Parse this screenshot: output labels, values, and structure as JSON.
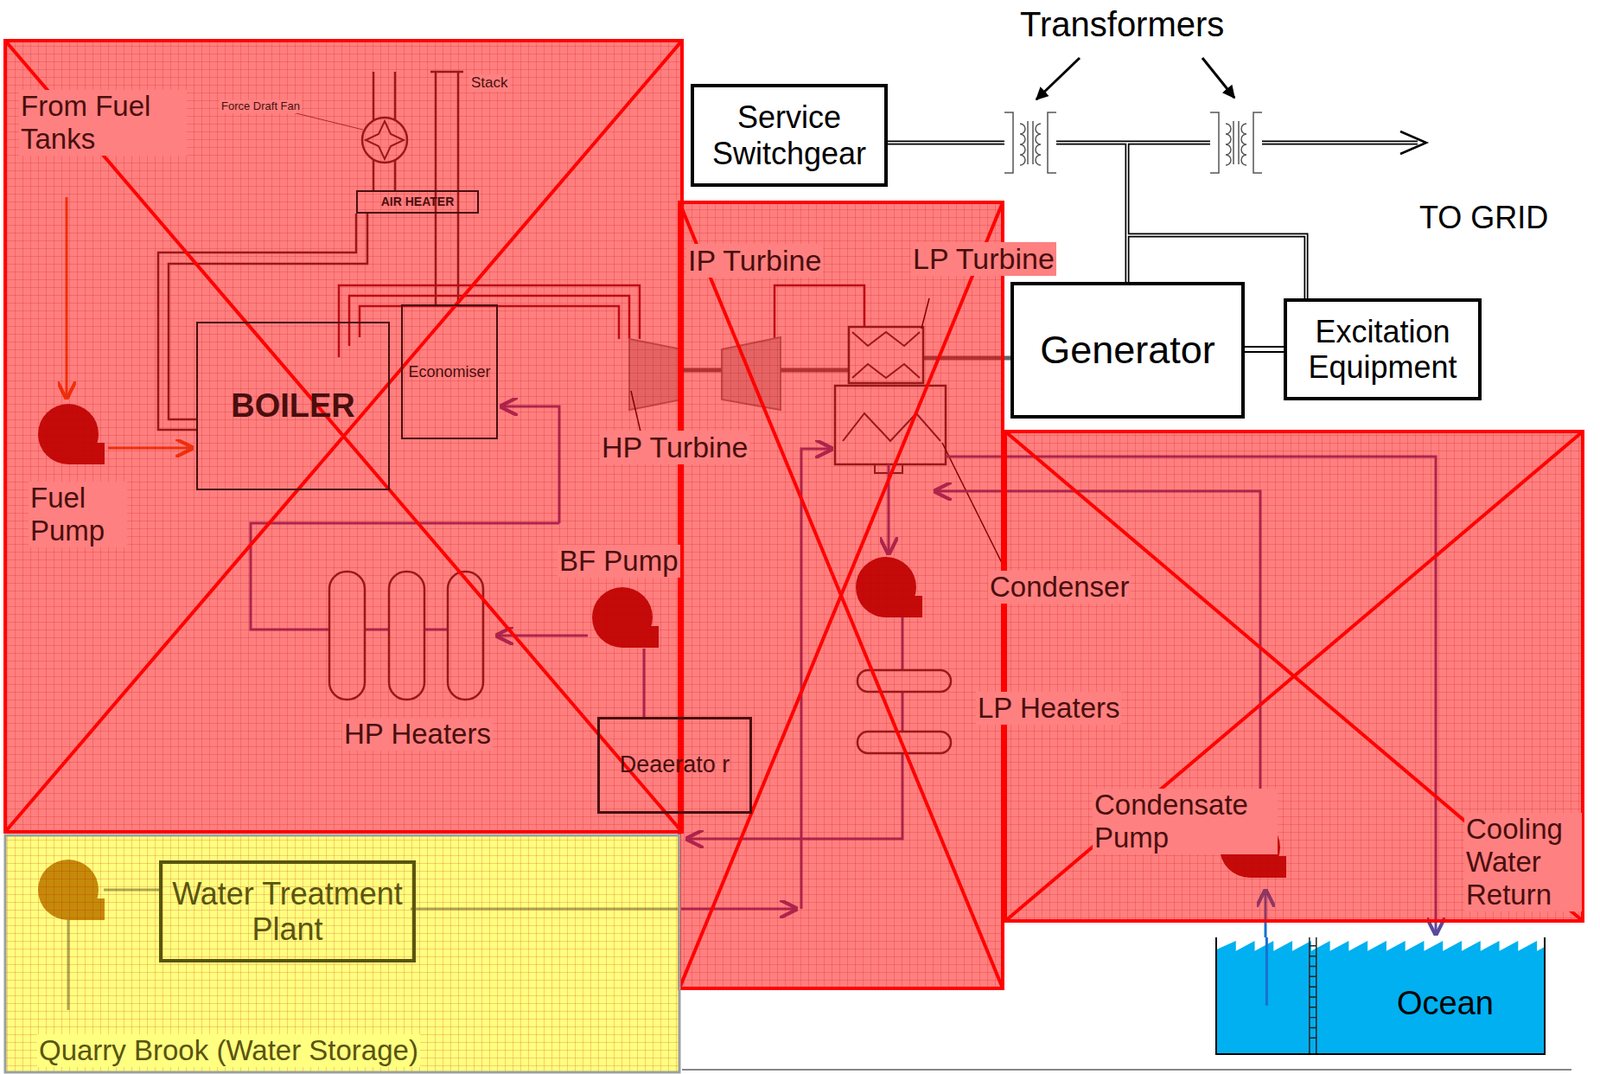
{
  "diagram": {
    "nodes": [
      {
        "text": [
          "AIR HEATER"
        ]
      },
      {
        "text": [
          "Service Switchgear"
        ]
      },
      {
        "text": [
          "Economiser"
        ]
      },
      {
        "text": [
          "BOILER"
        ]
      },
      {
        "text": [
          "Generator"
        ]
      },
      {
        "text": [
          "Excitation Equipment"
        ]
      },
      {
        "text": [
          "Deaerato r"
        ]
      },
      {
        "text": [
          "Water Treatment Plant"
        ]
      },
      {
        "text": [
          "Ocean"
        ]
      }
    ],
    "edges": [
      {
        "from": 4,
        "to": 5,
        "arrow": "none"
      }
    ],
    "labels": [
      "Transformers",
      "Stack",
      "From Fuel Tanks",
      "Force Draft Fan",
      "TO GRID",
      "IP Turbine",
      "LP Turbine",
      "HP Turbine",
      "Fuel Pump",
      "BF Pump",
      "Condenser",
      "LP Heaters",
      "HP Heaters",
      "Condensate Pump",
      "Cooling Water Return",
      "Quarry Brook (Water Storage)"
    ]
  }
}
